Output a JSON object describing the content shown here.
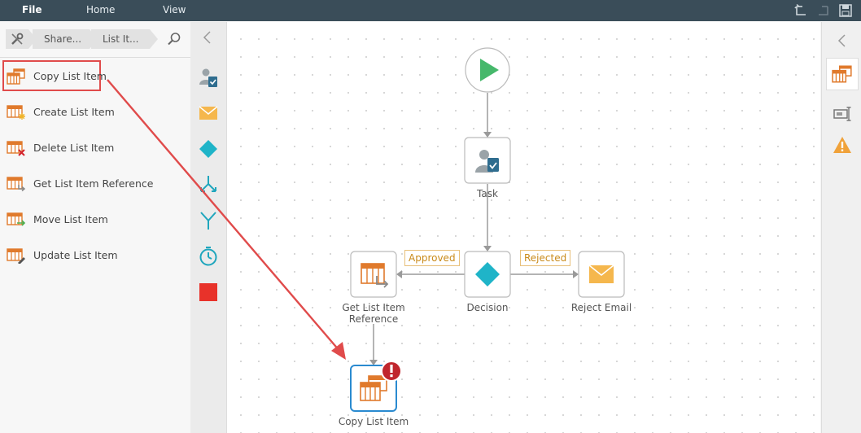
{
  "menu": {
    "file": "File",
    "home": "Home",
    "view": "View"
  },
  "breadcrumb": {
    "item1": "Share...",
    "item2": "List It..."
  },
  "actions": [
    {
      "label": "Copy List Item",
      "icon": "copy-list-item-icon"
    },
    {
      "label": "Create List Item",
      "icon": "create-list-item-icon"
    },
    {
      "label": "Delete List Item",
      "icon": "delete-list-item-icon"
    },
    {
      "label": "Get List Item Reference",
      "icon": "get-list-item-reference-icon"
    },
    {
      "label": "Move List Item",
      "icon": "move-list-item-icon"
    },
    {
      "label": "Update List Item",
      "icon": "update-list-item-icon"
    }
  ],
  "workflow": {
    "task": "Task",
    "decision": "Decision",
    "reject_email": "Reject Email",
    "get_ref_line1": "Get List Item",
    "get_ref_line2": "Reference",
    "copy_item": "Copy List Item",
    "approved": "Approved",
    "rejected": "Rejected"
  },
  "colors": {
    "menubar": "#3a4d59",
    "accent_orange": "#e07a2c",
    "teal": "#1fb4c8",
    "start_green": "#46b86b",
    "error_red": "#c0262d",
    "highlight_red": "#e04b4b"
  }
}
